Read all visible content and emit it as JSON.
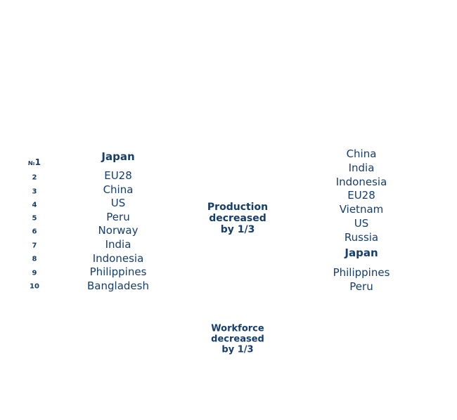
{
  "ranks": {
    "no_prefix": "№",
    "first": "1",
    "others": [
      "2",
      "3",
      "4",
      "5",
      "6",
      "7",
      "8",
      "9",
      "10"
    ]
  },
  "left_column": [
    "Japan",
    "EU28",
    "China",
    "US",
    "Peru",
    "Norway",
    "India",
    "Indonesia",
    "Philippines",
    "Bangladesh"
  ],
  "right_column": [
    "China",
    "India",
    "Indonesia",
    "EU28",
    "Vietnam",
    "US",
    "Russia",
    "Japan",
    "Philippines",
    "Peru"
  ],
  "highlight_country": "Japan",
  "notes": {
    "production": [
      "Production",
      "decreased",
      "by 1/3"
    ],
    "workforce": [
      "Workforce",
      "decreased",
      "by 1/3"
    ]
  },
  "colors": {
    "text": "#163d6b"
  }
}
